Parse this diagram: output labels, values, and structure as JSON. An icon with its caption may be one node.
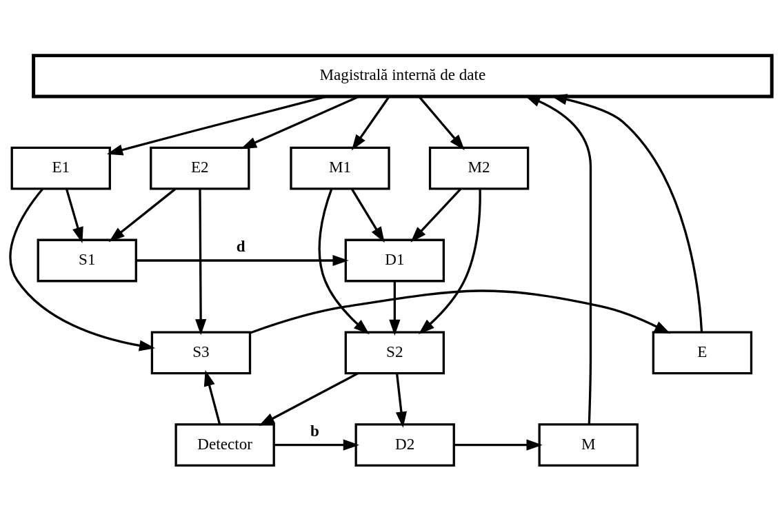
{
  "diagram": {
    "nodes": [
      {
        "text": [
          "Magistrală internă de date"
        ]
      },
      {
        "text": [
          "E1"
        ]
      },
      {
        "text": [
          "E2"
        ]
      },
      {
        "text": [
          "M1"
        ]
      },
      {
        "text": [
          "M2"
        ]
      },
      {
        "text": [
          "S1"
        ]
      },
      {
        "text": [
          "D1"
        ]
      },
      {
        "text": [
          "E"
        ]
      },
      {
        "text": [
          "S3"
        ]
      },
      {
        "text": [
          "S2"
        ]
      },
      {
        "text": [
          "Detector"
        ]
      },
      {
        "text": [
          "D2"
        ]
      },
      {
        "text": [
          "M"
        ]
      }
    ],
    "edges": [
      {
        "from": 0,
        "to": 1,
        "arrow": "to"
      },
      {
        "from": 0,
        "to": 2,
        "arrow": "to"
      },
      {
        "from": 0,
        "to": 3,
        "arrow": "to"
      },
      {
        "from": 0,
        "to": 4,
        "arrow": "to"
      },
      {
        "from": 1,
        "to": 5,
        "arrow": "to"
      },
      {
        "from": 2,
        "to": 5,
        "arrow": "to"
      },
      {
        "from": 3,
        "to": 6,
        "arrow": "to"
      },
      {
        "from": 4,
        "to": 6,
        "arrow": "to"
      },
      {
        "from": 5,
        "to": 6,
        "arrow": "to",
        "label": "d"
      },
      {
        "from": 1,
        "to": 8,
        "arrow": "to"
      },
      {
        "from": 2,
        "to": 8,
        "arrow": "to"
      },
      {
        "from": 3,
        "to": 9,
        "arrow": "to"
      },
      {
        "from": 4,
        "to": 9,
        "arrow": "to"
      },
      {
        "from": 6,
        "to": 9,
        "arrow": "to"
      },
      {
        "from": 8,
        "to": 7,
        "arrow": "to"
      },
      {
        "from": 7,
        "to": 0,
        "arrow": "to"
      },
      {
        "from": 9,
        "to": 10,
        "arrow": "to"
      },
      {
        "from": 9,
        "to": 11,
        "arrow": "to"
      },
      {
        "from": 10,
        "to": 8,
        "arrow": "to"
      },
      {
        "from": 10,
        "to": 11,
        "arrow": "to",
        "label": "b"
      },
      {
        "from": 11,
        "to": 12,
        "arrow": "to"
      },
      {
        "from": 12,
        "to": 0,
        "arrow": "to"
      }
    ]
  }
}
